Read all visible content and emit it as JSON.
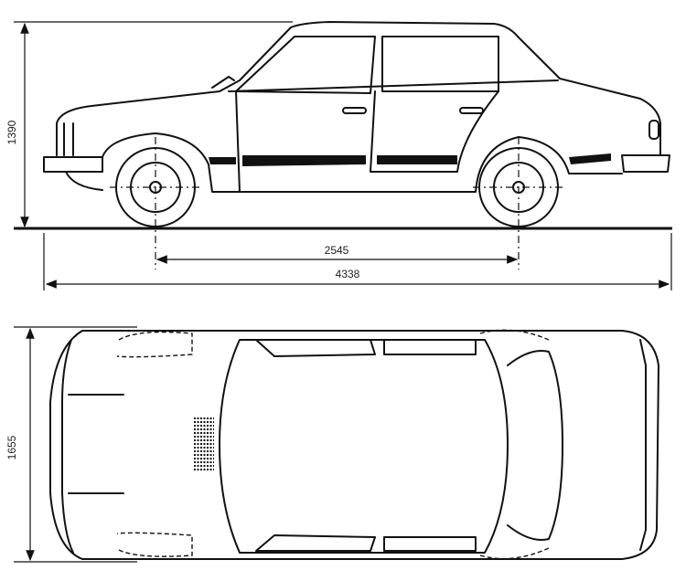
{
  "dimensions": {
    "height": "1390",
    "wheelbase": "2545",
    "length": "4338",
    "width": "1655"
  }
}
